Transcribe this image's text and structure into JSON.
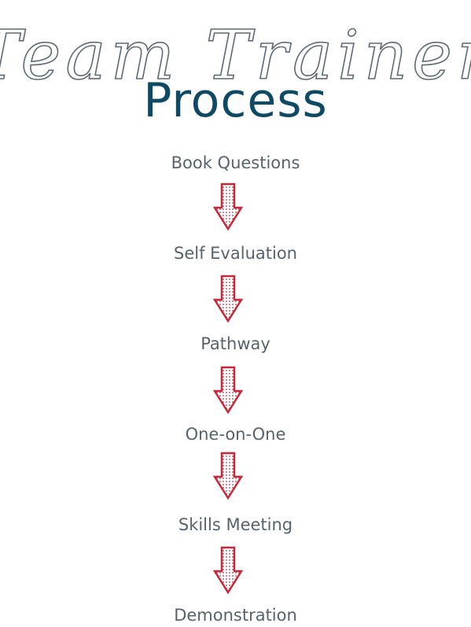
{
  "header": {
    "script_title": "Team Trainer",
    "title": "Process"
  },
  "steps": [
    {
      "label": "Book Questions"
    },
    {
      "label": "Self Evaluation"
    },
    {
      "label": "Pathway"
    },
    {
      "label": "One-on-One"
    },
    {
      "label": "Skills Meeting"
    },
    {
      "label": "Demonstration"
    }
  ],
  "colors": {
    "script_title": "#5e6b74",
    "title": "#0e4a63",
    "step_text": "#56636d",
    "arrow": "#c8283c"
  },
  "icons": {
    "connector": "down-arrow-icon"
  }
}
